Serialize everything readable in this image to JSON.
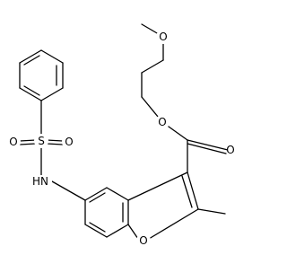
{
  "atoms": {
    "methoxy_o": "O",
    "ester_o": "O",
    "carbonyl_o": "O",
    "sulfonyl_o_left": "O",
    "sulfonyl_s": "S",
    "sulfonyl_o_right": "O",
    "amine_nh": "HN",
    "furan_o": "O"
  }
}
